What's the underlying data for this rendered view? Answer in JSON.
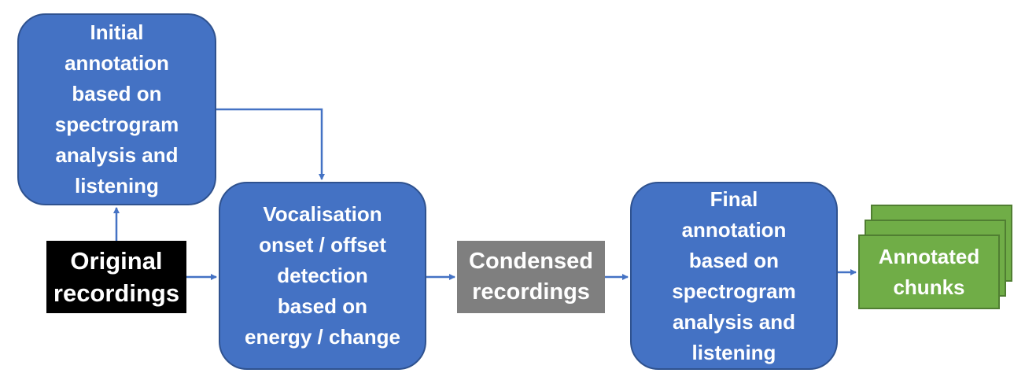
{
  "diagram": {
    "nodes": {
      "initial_annotation": "Initial\nannotation\nbased on\nspectrogram\nanalysis and\nlistening",
      "original_recordings": "Original\nrecordings",
      "vocalisation_detection": "Vocalisation\nonset / offset\ndetection\nbased on\nenergy / change",
      "condensed_recordings": "Condensed\nrecordings",
      "final_annotation": "Final\nannotation\nbased on\nspectrogram\nanalysis and\nlistening",
      "annotated_chunks": "Annotated\nchunks"
    },
    "edges": [
      {
        "from": "original_recordings",
        "to": "initial_annotation"
      },
      {
        "from": "initial_annotation",
        "to": "vocalisation_detection"
      },
      {
        "from": "original_recordings",
        "to": "vocalisation_detection"
      },
      {
        "from": "vocalisation_detection",
        "to": "condensed_recordings"
      },
      {
        "from": "condensed_recordings",
        "to": "final_annotation"
      },
      {
        "from": "final_annotation",
        "to": "annotated_chunks"
      }
    ],
    "colors": {
      "process_fill": "#4472c4",
      "process_border": "#2f528f",
      "input_fill": "#000000",
      "intermediate_fill": "#7f7f7f",
      "output_fill": "#70ad47",
      "output_border": "#507e32",
      "arrow": "#4472c4"
    }
  }
}
